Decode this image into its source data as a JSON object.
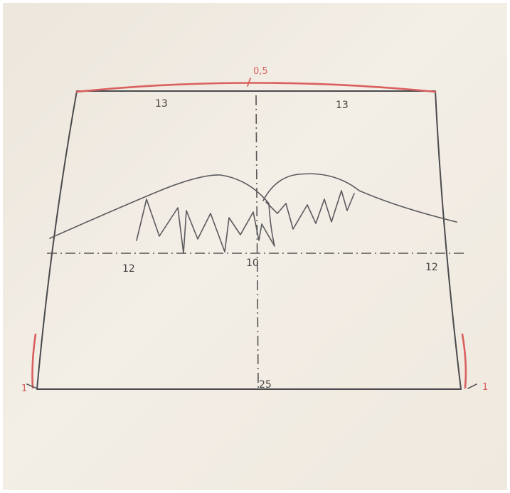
{
  "labels": {
    "top_ease": "0,5",
    "top_left": "13",
    "top_right": "13",
    "mid_left": "12",
    "mid_center": "10",
    "mid_right": "12",
    "bottom": "25",
    "hem_left": "1",
    "hem_right": "1"
  }
}
